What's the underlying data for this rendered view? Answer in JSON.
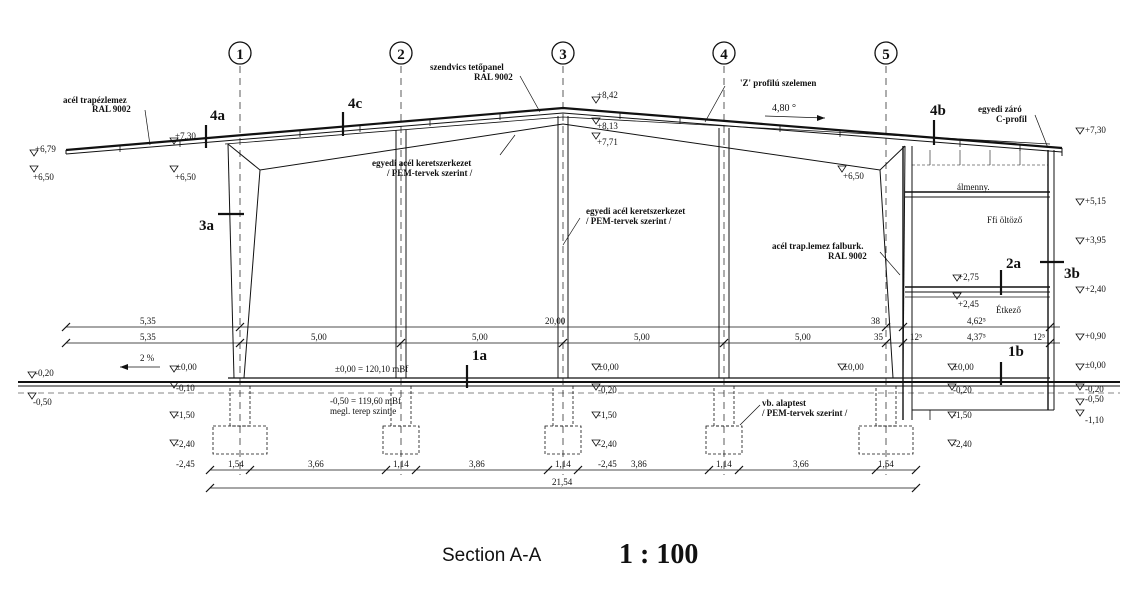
{
  "caption": {
    "title": "Section A-A",
    "scale": "1 : 100"
  },
  "grid_lines": [
    "1",
    "2",
    "3",
    "4",
    "5"
  ],
  "notes": {
    "roof_panel_1": "szendvics tetőpanel",
    "roof_panel_2": "RAL 9002",
    "trap_sheet_1": "acél trapézlemez",
    "trap_sheet_2": "RAL 9002",
    "purlin": "'Z' profilú szelemen",
    "slope": "4,80 °",
    "closing_1": "egyedi záró",
    "closing_2": "C-profil",
    "frame_a_1": "egyedi acél keretszerkezet",
    "frame_a_2": "/ PEM-tervek szerint /",
    "frame_b_1": "egyedi acél keretszerkezet",
    "frame_b_2": "/ PEM-tervek szerint /",
    "wall_clad_1": "acél trap.lemez falburk.",
    "wall_clad_2": "RAL 9002",
    "ceiling": "álmenny.",
    "room_changing": "Ffi öltöző",
    "room_dining": "Étkező",
    "datum": "±0,00 = 120,10 mBf",
    "terrain_1": "-0,50 = 119,60 mBf",
    "terrain_2": "megl. terep szintje",
    "footing_1": "vb. alaptest",
    "footing_2": "/ PEM-tervek szerint /",
    "floor_slope": "2 %"
  },
  "detail_tags": [
    "4a",
    "4c",
    "4b",
    "3a",
    "2a",
    "3b",
    "1a",
    "1b"
  ],
  "levels": {
    "left_679": "+6,79",
    "left_650": "+6,50",
    "eave_left_730": "+7,30",
    "eave_left_650": "+6,50",
    "ridge_842": "+8,42",
    "ridge_813": "+8,13",
    "ridge_771": "+7,71",
    "eave_right_650": "+6,50",
    "right_730": "+7,30",
    "right_515": "+5,15",
    "right_395": "+3,95",
    "right_240": "+2,40",
    "right_090": "+0,90",
    "right_000": "±0,00",
    "right_m020": "-0,20",
    "right_m050": "-0,50",
    "right_m110": "-1,10",
    "mid_275": "+2,75",
    "mid_245": "+2,45",
    "left_m020": "-0,20",
    "left_m050": "-0,50",
    "g1_000": "±0,00",
    "g1_m010": "-0,10",
    "g1_m150": "-1,50",
    "g1_m240": "-2,40",
    "g1_m245": "-2,45",
    "g3_000": "±0,00",
    "g3_m020": "-0,20",
    "g3_m150": "-1,50",
    "g3_m240": "-2,40",
    "g3_m245": "-2,45",
    "g5_000": "±0,00",
    "annex_000": "±0,00",
    "annex_m020": "-0,20",
    "annex_m150": "-1,50",
    "annex_m240": "-2,40"
  },
  "dims": {
    "row1": [
      "5,35",
      "20,00",
      "38",
      "4,62⁵"
    ],
    "row2": [
      "5,35",
      "5,00",
      "5,00",
      "5,00",
      "5,00",
      "35",
      "12⁵",
      "4,37⁵",
      "12⁵"
    ],
    "row3": [
      "1,54",
      "3,66",
      "1,14",
      "3,86",
      "1,14",
      "3,86",
      "1,14",
      "3,66",
      "1,54"
    ],
    "total": "21,54"
  }
}
